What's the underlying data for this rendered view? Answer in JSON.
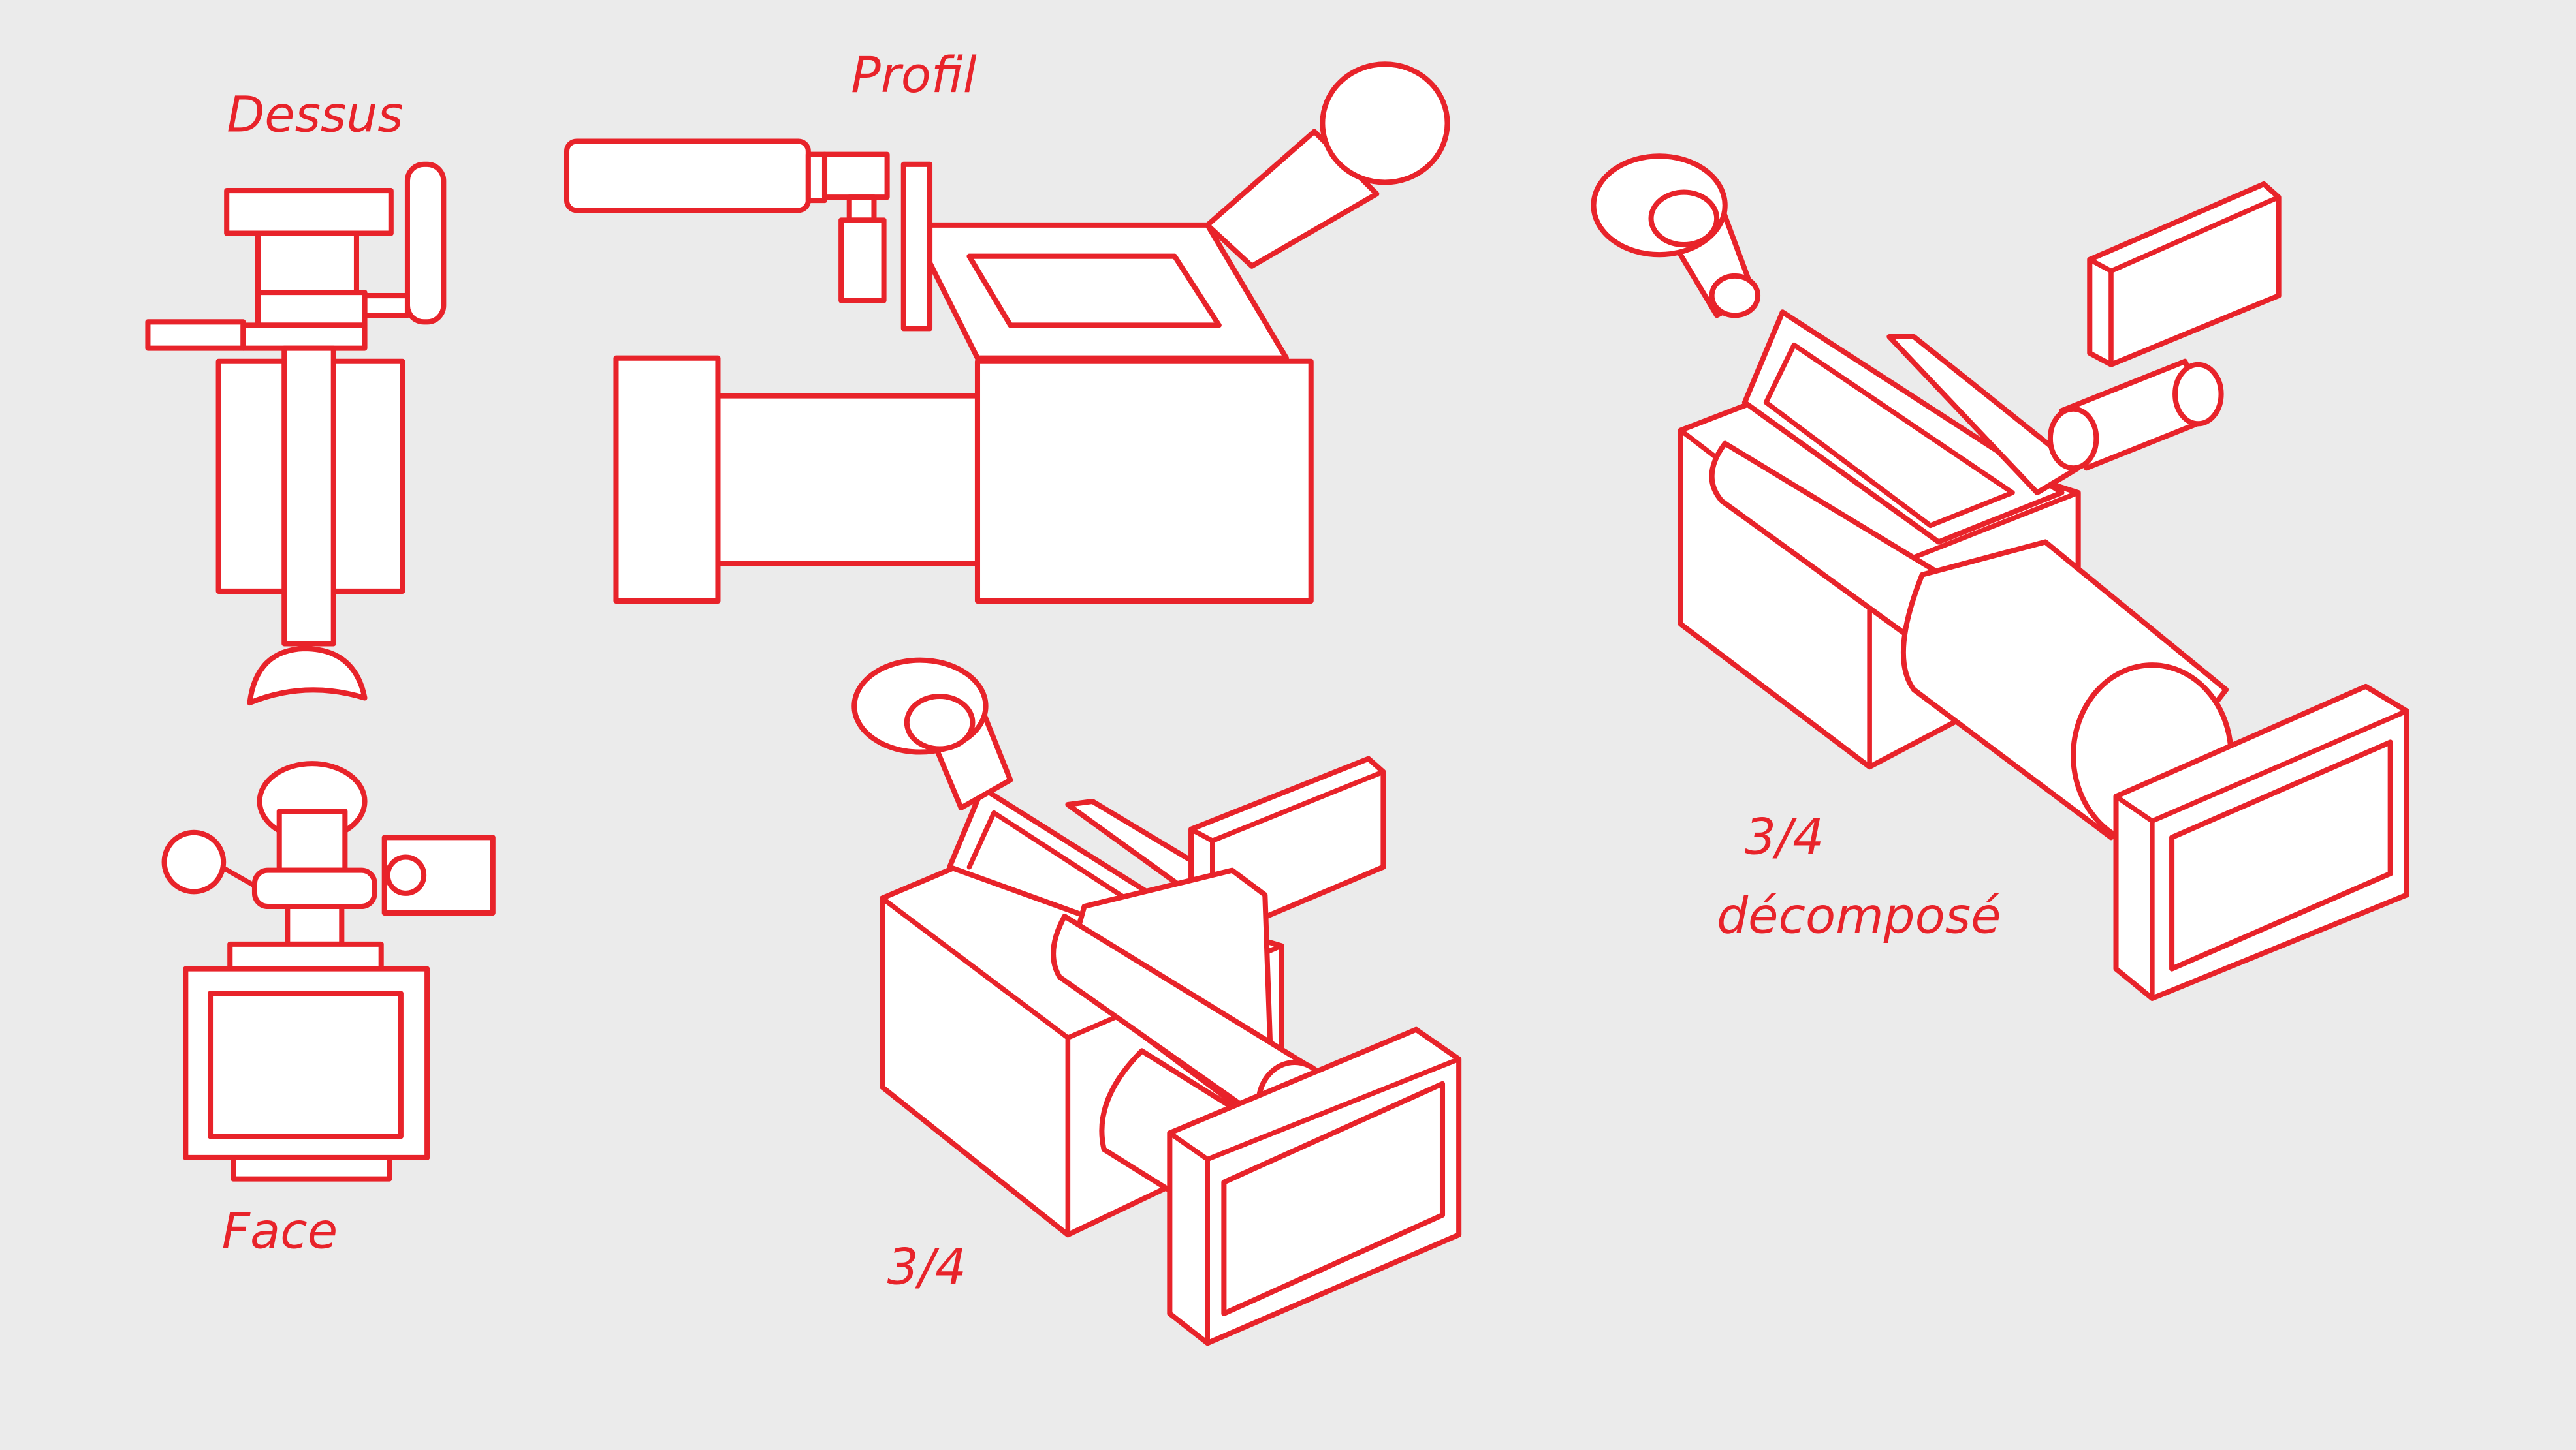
{
  "labels": {
    "top": "Dessus",
    "profile": "Profil",
    "front": "Face",
    "three_quarter": "3/4",
    "three_quarter_exploded_line1": "3/4",
    "three_quarter_exploded_line2": "décomposé"
  },
  "colors": {
    "stroke": "#e8232a",
    "background": "#ebebeb",
    "fill": "#ffffff"
  }
}
